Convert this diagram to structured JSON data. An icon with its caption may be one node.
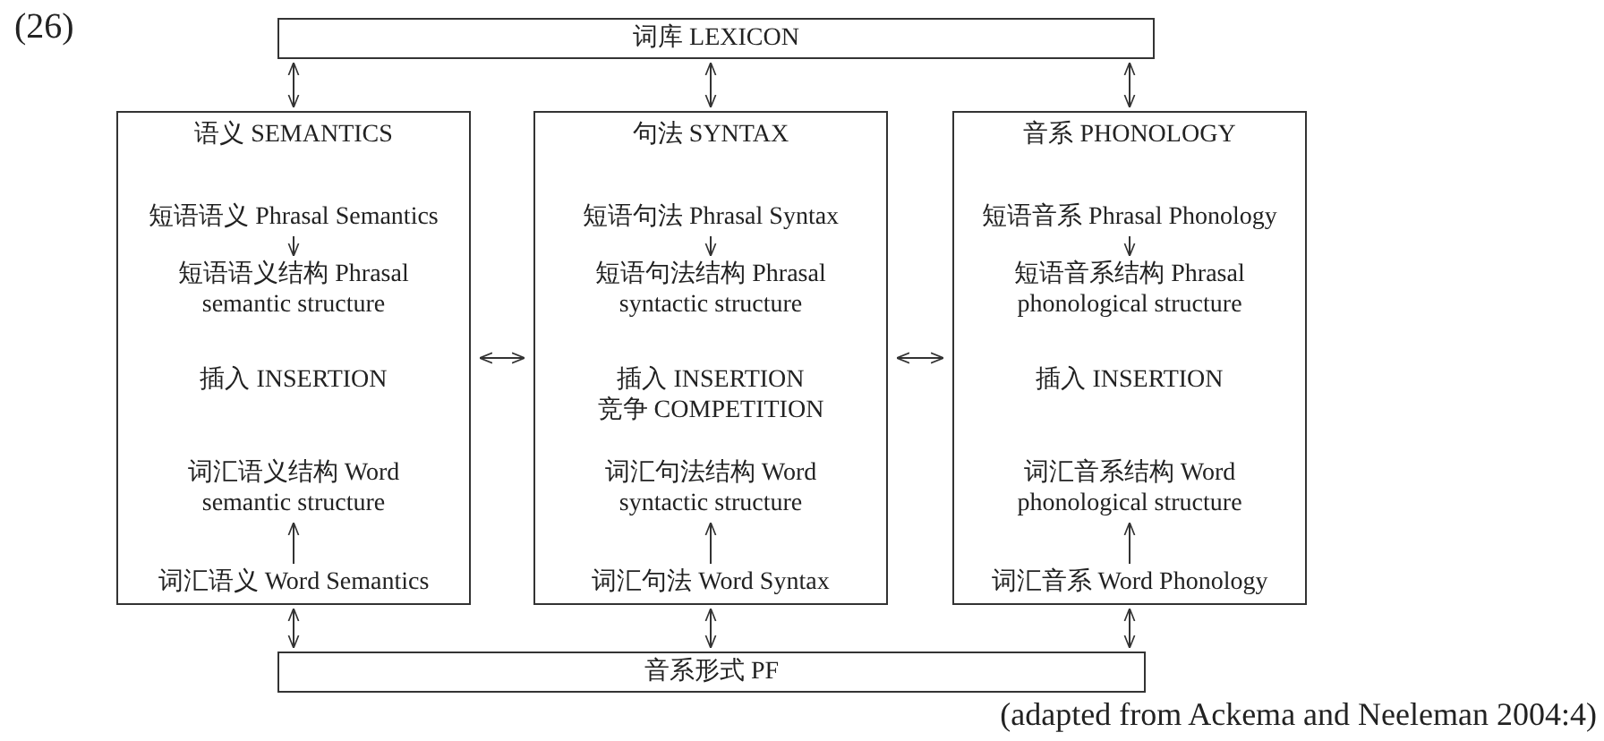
{
  "diagram": {
    "caption": "(adapted from Ackema and Neeleman 2004:4)",
    "nodes": [
      {
        "text": [
          "词库 LEXICON"
        ]
      },
      {
        "text": [
          "语义 SEMANTICS"
        ]
      },
      {
        "text": [
          "短语语义 Phrasal Semantics"
        ],
        "in": 1
      },
      {
        "text": [
          "短语语义结构 Phrasal semantic structure"
        ],
        "in": 1
      },
      {
        "text": [
          "插入 INSERTION"
        ],
        "in": 1
      },
      {
        "text": [
          "词汇语义结构 Word semantic structure"
        ],
        "in": 1
      },
      {
        "text": [
          "词汇语义 Word Semantics"
        ],
        "in": 1
      },
      {
        "text": [
          "句法 SYNTAX"
        ]
      },
      {
        "text": [
          "短语句法 Phrasal Syntax"
        ],
        "in": 7
      },
      {
        "text": [
          "短语句法结构 Phrasal syntactic structure"
        ],
        "in": 7
      },
      {
        "text": [
          "插入 INSERTION",
          "竞争 COMPETITION"
        ],
        "in": 7
      },
      {
        "text": [
          "词汇句法结构 Word syntactic structure"
        ],
        "in": 7
      },
      {
        "text": [
          "词汇句法 Word Syntax"
        ],
        "in": 7
      },
      {
        "text": [
          "音系 PHONOLOGY"
        ]
      },
      {
        "text": [
          "短语音系 Phrasal Phonology"
        ],
        "in": 13
      },
      {
        "text": [
          "短语音系结构 Phrasal phonological structure"
        ],
        "in": 13
      },
      {
        "text": [
          "插入 INSERTION"
        ],
        "in": 13
      },
      {
        "text": [
          "词汇音系结构 Word phonological structure"
        ],
        "in": 13
      },
      {
        "text": [
          "词汇音系 Word Phonology"
        ],
        "in": 13
      },
      {
        "text": [
          "音系形式 PF"
        ]
      }
    ],
    "edges": [
      {
        "from": 0,
        "to": 1,
        "arrow": "both"
      },
      {
        "from": 0,
        "to": 7,
        "arrow": "both"
      },
      {
        "from": 0,
        "to": 13,
        "arrow": "both"
      },
      {
        "from": 2,
        "to": 3,
        "arrow": "to"
      },
      {
        "from": 6,
        "to": 5,
        "arrow": "to"
      },
      {
        "from": 8,
        "to": 9,
        "arrow": "to"
      },
      {
        "from": 12,
        "to": 11,
        "arrow": "to"
      },
      {
        "from": 14,
        "to": 15,
        "arrow": "to"
      },
      {
        "from": 18,
        "to": 17,
        "arrow": "to"
      },
      {
        "from": 1,
        "to": 7,
        "arrow": "both"
      },
      {
        "from": 7,
        "to": 13,
        "arrow": "both"
      },
      {
        "from": 1,
        "to": 19,
        "arrow": "both"
      },
      {
        "from": 7,
        "to": 19,
        "arrow": "both"
      },
      {
        "from": 13,
        "to": 19,
        "arrow": "both"
      }
    ],
    "labels": [
      "(26)"
    ]
  }
}
